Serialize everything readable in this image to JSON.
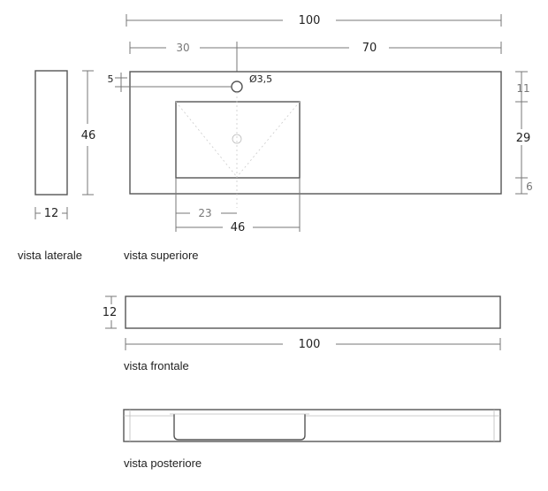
{
  "top_view": {
    "dim_total_width": "100",
    "dim_left_segment": "30",
    "dim_right_segment": "70",
    "dim_tap_offset": "5",
    "dim_hole_diameter": "Ø3,5",
    "dim_top_margin": "11",
    "dim_basin_depth": "29",
    "dim_bottom_margin": "6",
    "dim_half_basin": "23",
    "dim_basin_width": "46"
  },
  "side_view": {
    "dim_height": "46",
    "dim_thickness": "12"
  },
  "front_view": {
    "dim_height": "12",
    "dim_width": "100"
  },
  "captions": {
    "side": "vista laterale",
    "top": "vista superiore",
    "front": "vista frontale",
    "rear": "vista posteriore"
  }
}
